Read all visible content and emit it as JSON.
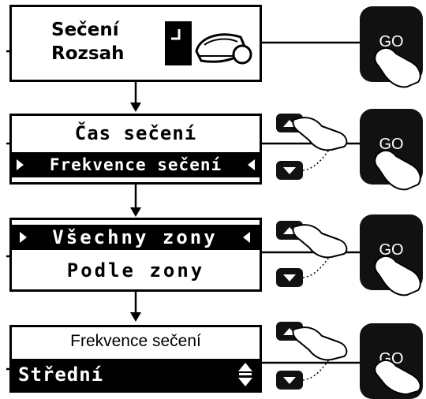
{
  "screens": [
    {
      "line1": "Sečení",
      "line2": "Rozsah"
    },
    {
      "line1": "Čas sečení",
      "line2": "Frekvence sečení"
    },
    {
      "line1": "Všechny zony",
      "line2": "Podle zony"
    },
    {
      "line1": "Frekvence sečení",
      "line2": "Střední"
    }
  ],
  "go_label": "GO",
  "icons": {
    "mower": "mower-icon",
    "hand": "pointing-hand-icon",
    "up": "up-arrow-button-icon",
    "down": "down-arrow-button-icon",
    "updown": "up-down-arrow-icon"
  },
  "colors": {
    "ink": "#000000",
    "button": "#111111",
    "paper": "#ffffff"
  }
}
